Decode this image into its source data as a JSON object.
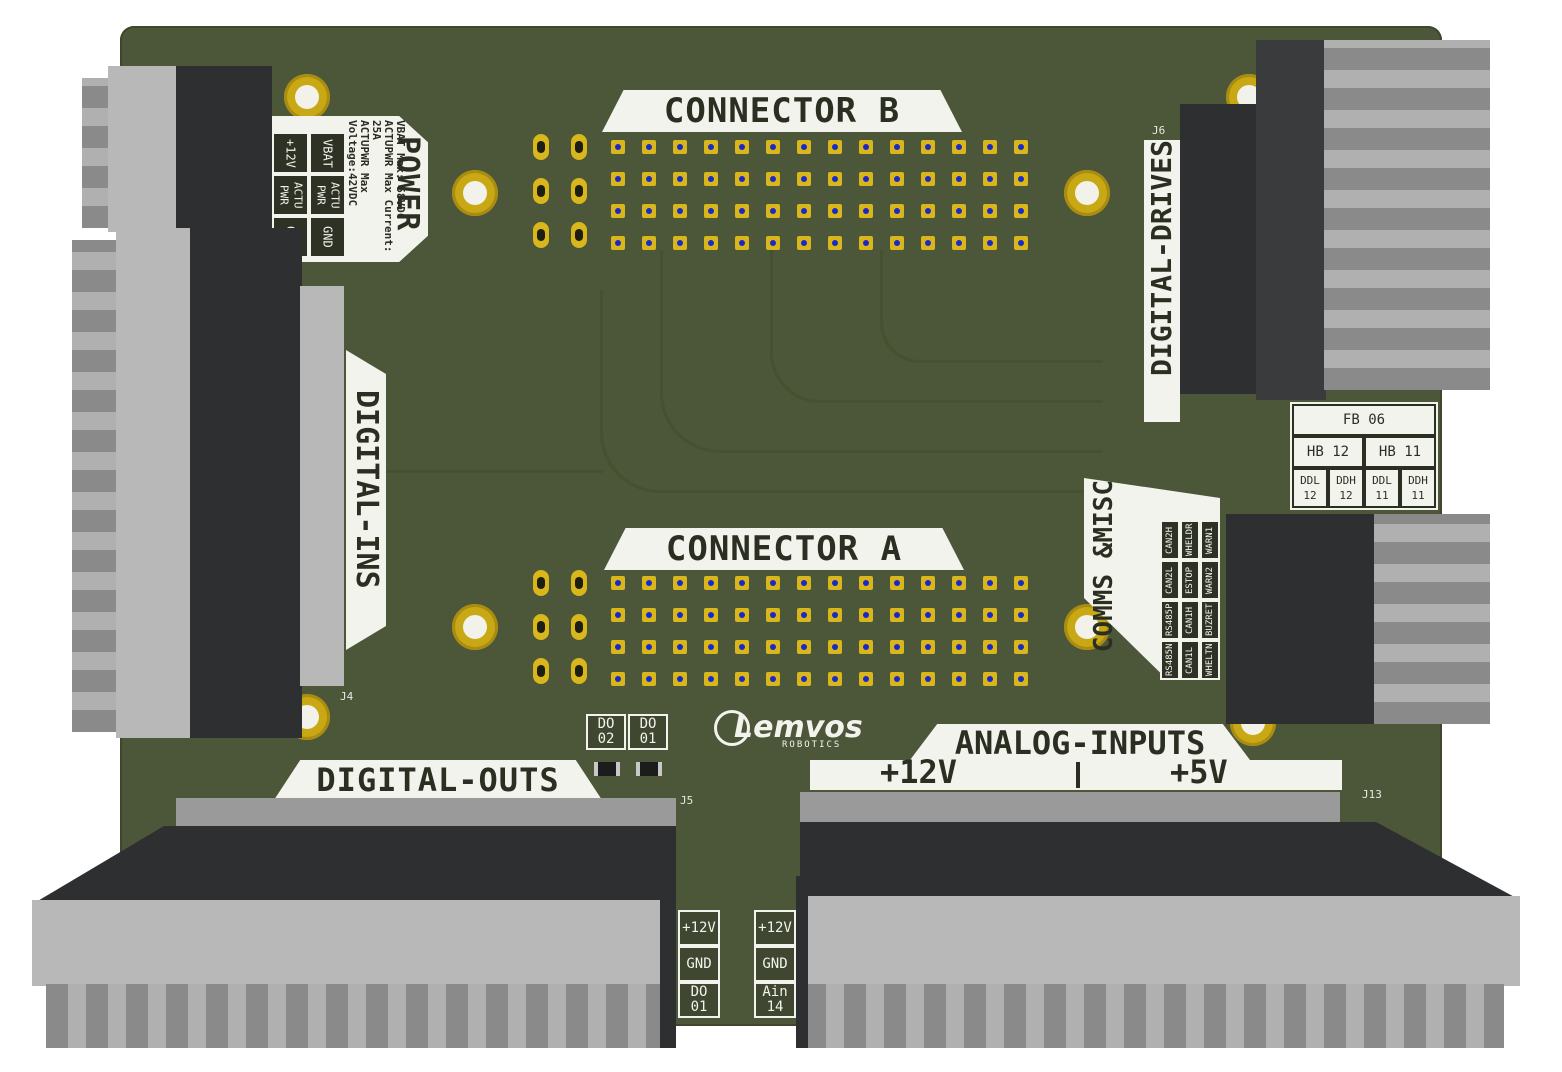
{
  "power": {
    "title": "POWER",
    "specs": [
      "VBAT Max: 58VDC",
      "ACTUPWR Max Current: 25A",
      "ACTUPWR Max Voltage:42VDC"
    ],
    "grid": [
      [
        "+12V",
        "VBAT"
      ],
      [
        "ACTU PWR",
        "ACTU PWR"
      ],
      [
        "GND",
        "GND"
      ]
    ]
  },
  "connector_b": {
    "title": "CONNECTOR B"
  },
  "connector_a": {
    "title": "CONNECTOR A"
  },
  "digital_ins": {
    "title": "DIGITAL-INS",
    "ref": "J4"
  },
  "digital_drives": {
    "title": "DIGITAL-DRIVES",
    "ref": "J6"
  },
  "digital_outs": {
    "title": "DIGITAL-OUTS",
    "ref": "J5",
    "do_labels": [
      "DO 02",
      "DO 01"
    ],
    "pins": [
      "+12V",
      "GND",
      "DO 01"
    ]
  },
  "analog_inputs": {
    "title": "ANALOG-INPUTS",
    "ref": "J13",
    "groups": [
      "+12V",
      "+5V"
    ],
    "pins": [
      "+12V",
      "GND",
      "Ain 14"
    ]
  },
  "comms": {
    "title_line1": "COMMS",
    "title_line2": "&MISC",
    "grid": [
      [
        "RS485N",
        "RS485P",
        "CAN2L",
        "CAN2H"
      ],
      [
        "CAN1L",
        "CAN1H",
        "ESTOP",
        "WHELDR"
      ],
      [
        "WHELTN",
        "BUZRET",
        "WARN2",
        "WARN1"
      ]
    ]
  },
  "drive_table": {
    "top": "FB 06",
    "mid": [
      "HB 12",
      "HB 11"
    ],
    "bottom": [
      "DDL 12",
      "DDH 12",
      "DDL 11",
      "DDH 11"
    ]
  },
  "logo": {
    "name": "Lemvos",
    "sub": "ROBOTICS"
  }
}
